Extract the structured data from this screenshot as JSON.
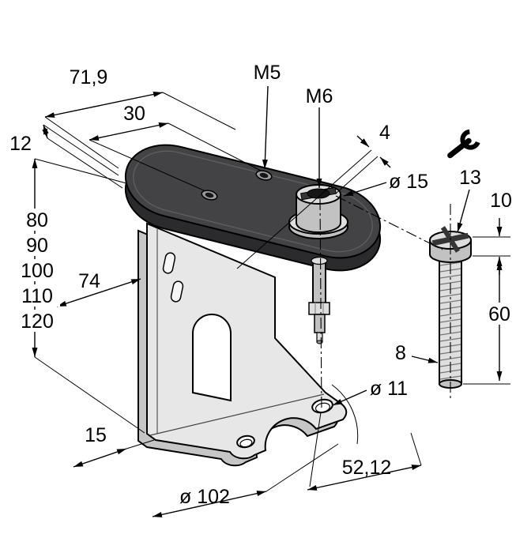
{
  "meta": {
    "kind": "technical-dimension-drawing",
    "background": "#ffffff"
  },
  "labels": {
    "dim_71_9": "71,9",
    "dim_30": "30",
    "dim_12": "12",
    "thread_m5": "M5",
    "thread_m6": "M6",
    "dim_4": "4",
    "dia_15": "ø 15",
    "dim_13": "13",
    "dim_10": "10",
    "heights": [
      "80",
      "90",
      "100",
      "110",
      "120"
    ],
    "dim_74": "74",
    "dim_60": "60",
    "dim_8": "8",
    "dia_11": "ø 11",
    "dim_15": "15",
    "dim_52_12": "52,12",
    "dia_102": "ø 102"
  },
  "icons": {
    "wrench": "open-end-wrench"
  },
  "colors": {
    "plate_top": "#434346",
    "plate_side": "#2b2b2e",
    "plate_inner": "#5f5f63",
    "bracket_face": "#e7e7e7",
    "bracket_side": "#c6c6c6",
    "metal_light": "#dedede",
    "metal_mid": "#c2c2c2",
    "hole_dark": "#161616",
    "slot_dark": "#353535",
    "line": "#000000"
  }
}
